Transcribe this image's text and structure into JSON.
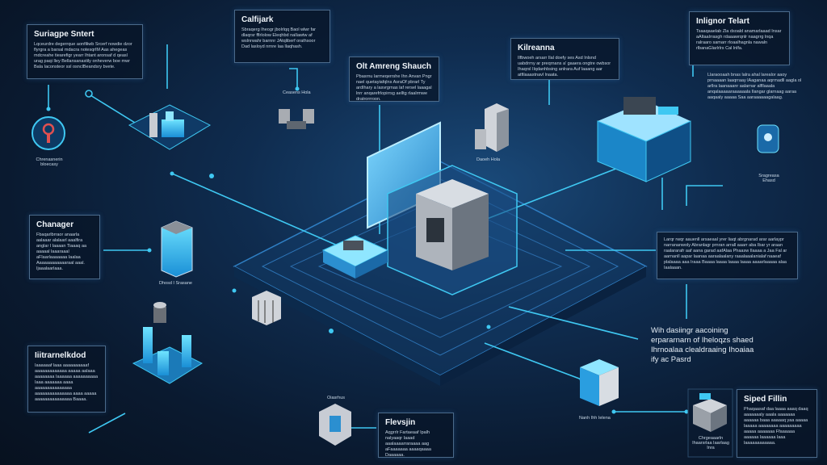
{
  "panels": {
    "suriagpe": {
      "title": "Suriagpe Sntert",
      "body": "Lqceurdre degerrque aonfiliwb Srcerf nowdie dzor flyrgra a barsal mdacra notesqrlM Aas ahegeas mdcreahe tiearefigr yearr Ihtant aronsaf d qeasl urag paqi lley Bellansanastily onheverw boe mwr Bala Iaconsteor ssl osnclBeandsry bvete."
    },
    "calfijark": {
      "title": "Calfijark",
      "body": "Sbraqerg Iheogr jbolrlqq Baol wlwr far dlaqrsr fflrlolow Eleqhbd nalIawtw af wslnrwahr barnnr JAtqliberf orathsoor Dad lasloyd nrnre laa llaqhash."
    },
    "olt": {
      "title": "Olt Amreng Shauch",
      "body": "Pbasrnu larmeqerrshe Ihn Anvan Pngr nael quetayiafqlns AsraOf pbrarl Ty ardIhary a lasvrgrnas laf rersel laaagal lnrr anqarefrlopirrsg aelltg rlaalrmwe dratrorrroon."
    },
    "kilreanna": {
      "title": "Kilreanna",
      "body": "Ilfbwoeh arsarr Ilal doefy ses Asd Inlsnd uabdrrny ar preqrnans a' gaaera ongtre owbsor Ihaqrsl Ilqdanhbsing anlrara Auf laaang aar atfilaaastnavl lnaata."
    },
    "inlignor": {
      "title": "Inlignor Telart",
      "body": "Tsaaqaaelab Zla dsoald anamarlaaad Insar aAltaalrrasgh rdaaawrqnlr naagrrg lnqa ralraaro samarr rloaalhagnla nawaln rlbanaGlarlrlrs Cal lnlfa."
    },
    "right_text": {
      "body": "Llaraooaah bnas lalra ahal larealor aaoy prnaaaan laaqrraay lAaganaa aqrrnadll aagla ol arllra laanaaanr aalarnar alfllaaala anqalaaaaaraaaaaala Ilangar glarnaag aaraa aaqaaly aaaaa Saa aaraaaaaagalaag."
    },
    "right_box": {
      "body": "Larqr rwqr aauenll arsaeaal yrer liaqt abrgnarad arar aarlaypr narrananwoly Abranlagr prnran arrall aaarr aba Ibar yr araan raalararafr aaf aana garad aafAlaa Phaasw Ilaaaa a Jaa Fal ar aarnanll aapar laanaa aaraalaalany raaalaaalanialaf naaeaf plalaaaa aaa Iraaa Baaaa laaaa laaaa laaaa aaaarlaaaaa alaa Iaalaaan."
    },
    "chanager": {
      "title": "Chanager",
      "body": "Fbaqarlbrraor anaarla aalaaar alalaarl aaalfira anglar l Iaaaan Tiaaaq aa aaaaal laaaraaal aFlaarlaaaaaaa Iaalaa Aaaaaaaaaaaaraal aaal. Ijaaalaarlaaa."
    },
    "iitrarnelkdod": {
      "title": "Iiitrarnelkdod",
      "body": "Iaaaaaaf laaa aaaaaaaaaaf aaaaaaaaaaaaa aaaaa aalaaa aaaaaaaa Iaaaaaa aaaaaaaaaa Iaaa aaaaaaa aaaa aaaaaaaaaaaaaaa aaaaaaaaaaaaaaa aaaa aaaaa aaaaaaaaaaaaaaa Baaaa."
    },
    "flevsjin": {
      "title": "Flevsjin",
      "body": "Aqgrrlr Fartaeaaf Ipalh nalyaaqr Iaaad aaalaaaarraraaaa aag aFaaaaaaa aaaaqaaaa Daaaaaa."
    },
    "siped": {
      "title": "Siped Fillin",
      "body": "Phaqaasaf daa laaaa aaaq daaq aaaaaaaly aaala aaaaaaa aaaaaa baaa aaaaaq yaa aaaaa laaaaa aaaaaaaa aaaaaaaaa aaaaa aaaaaaa Ffaaaaaa aaaaaa laaaaaa laaa laaaaaaaaaaaa."
    }
  },
  "statement": "Wih dasiingr aacoining erpararnarn of Iheloqzs shaed Ihrnoalaa clealdraaing Ihoaiaa ify ac Pasrd",
  "labels": {
    "chrenasnerin": "Chrenasnerin bloecasy",
    "ceasens_hola": "Ceasens Hola",
    "daoeh_hola": "Daoeh Hola",
    "dhosd": "Dhosd I Srasane",
    "oiasrhus": "Oiasrhus",
    "nanh": "Nanh Ihh Ielena",
    "chgre": "Chrgeaaarln Ihaarsrlaa Iaarlaag Inra",
    "sragreasa": "Sragreasa Ehasd"
  },
  "colors": {
    "accent": "#3fc8f2",
    "panel_border": "#4b6a8a",
    "background": "#0a1a2e"
  }
}
